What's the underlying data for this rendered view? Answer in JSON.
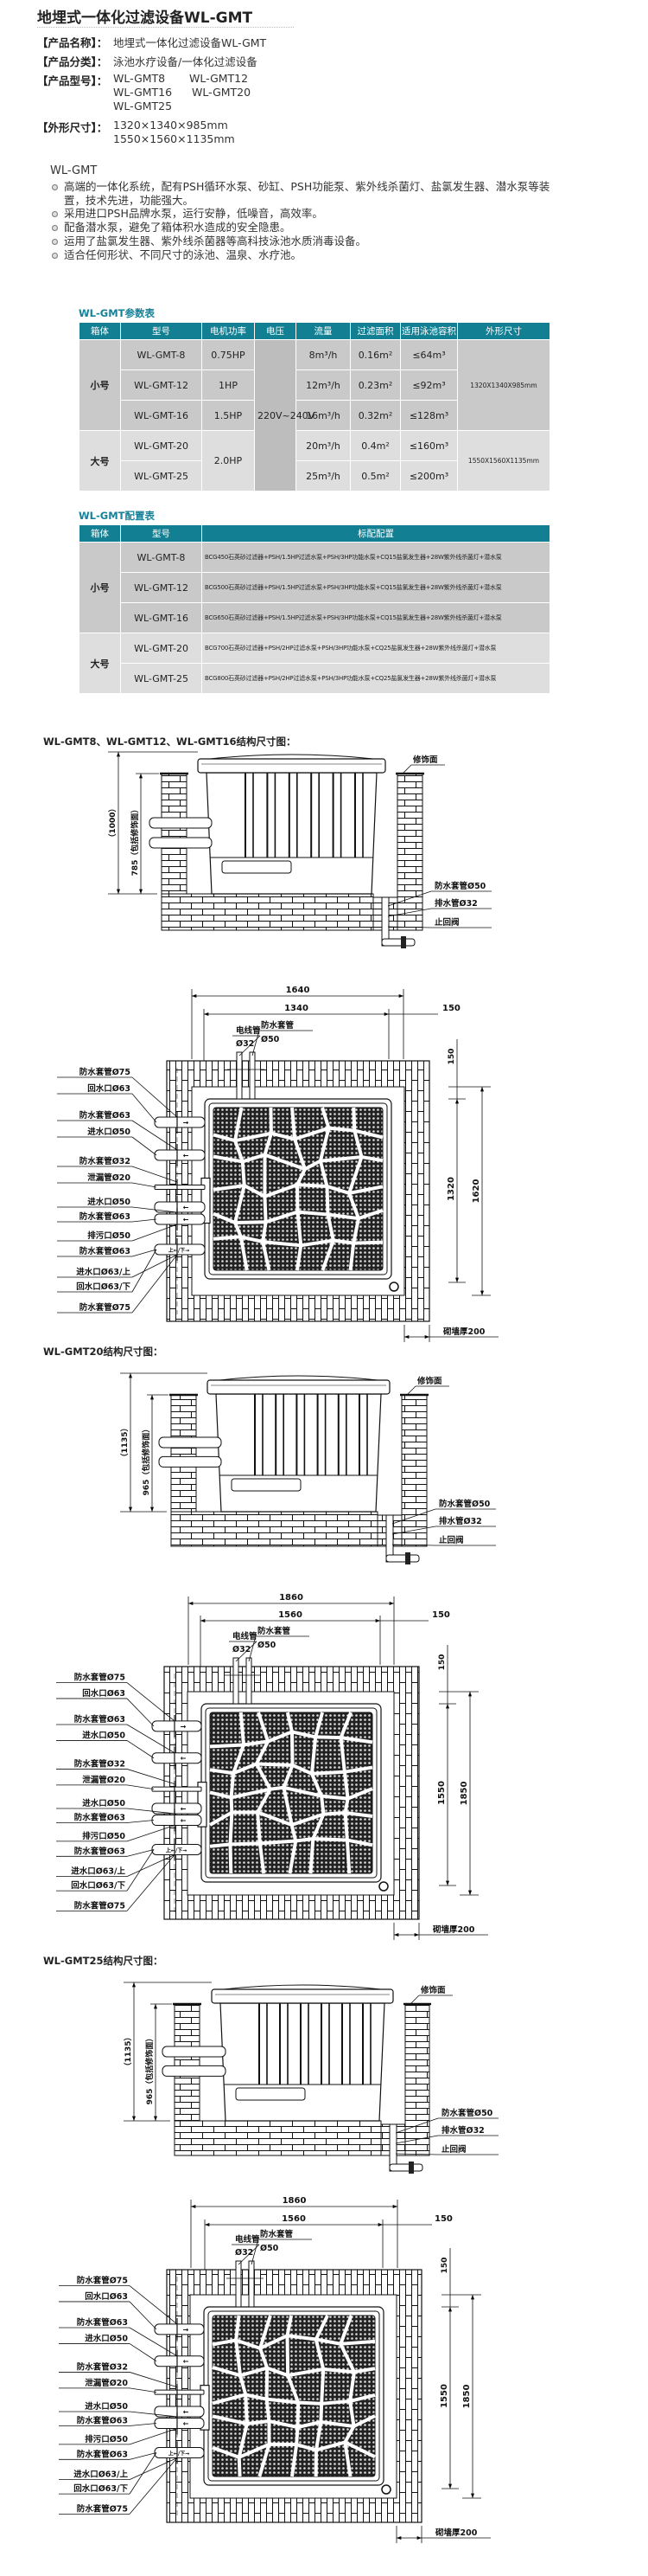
{
  "page": {
    "title": "地埋式一体化过滤设备WL-GMT"
  },
  "info": {
    "name_label": "【产品名称】：",
    "name": "地埋式一体化过滤设备WL-GMT",
    "category_label": "【产品分类】：",
    "category": "泳池水疗设备/一体化过滤设备",
    "models_label": "【产品型号】：",
    "models": [
      "WL-GMT8",
      "WL-GMT12",
      "WL-GMT16",
      "WL-GMT20",
      "WL-GMT25"
    ],
    "size_label": "【外形尺寸】：",
    "sizes": [
      "1320×1340×985mm",
      "1550×1560×1135mm"
    ]
  },
  "description": {
    "heading": "WL-GMT",
    "bullets": [
      "高端的一体化系统，配有PSH循环水泵、砂缸、PSH功能泵、紫外线杀菌灯、盐氯发生器、潜水泵等装置，技术先进，功能强大。",
      "采用进口PSH品牌水泵，运行安静，低噪音，高效率。",
      "配备潜水泵，避免了箱体积水造成的安全隐患。",
      "运用了盐氯发生器、紫外线杀菌器等高科技泳池水质消毒设备。",
      "适合任何形状、不同尺寸的泳池、温泉、水疗池。"
    ]
  },
  "param_table": {
    "title": "WL-GMT参数表",
    "headers": [
      "箱体",
      "型号",
      "电机功率",
      "电压",
      "流量",
      "过滤面积",
      "适用泳池容积",
      "外形尺寸"
    ],
    "groups": [
      "小号",
      "大号"
    ],
    "voltage": "220V~240V",
    "sizes": [
      "1320X1340X985mm",
      "1550X1560X1135mm"
    ],
    "large_power": "2.0HP",
    "rows": [
      {
        "model": "WL-GMT-8",
        "power": "0.75HP",
        "flow": "8m³/h",
        "area": "0.16m²",
        "volume": "≤64m³"
      },
      {
        "model": "WL-GMT-12",
        "power": "1HP",
        "flow": "12m³/h",
        "area": "0.23m²",
        "volume": "≤92m³"
      },
      {
        "model": "WL-GMT-16",
        "power": "1.5HP",
        "flow": "16m³/h",
        "area": "0.32m²",
        "volume": "≤128m³"
      },
      {
        "model": "WL-GMT-20",
        "flow": "20m³/h",
        "area": "0.4m²",
        "volume": "≤160m³"
      },
      {
        "model": "WL-GMT-25",
        "flow": "25m³/h",
        "area": "0.5m²",
        "volume": "≤200m³"
      }
    ]
  },
  "config_table": {
    "title": "WL-GMT配置表",
    "headers": [
      "箱体",
      "型号",
      "标配配置"
    ],
    "groups": [
      "小号",
      "大号"
    ],
    "rows": [
      {
        "model": "WL-GMT-8",
        "config": "BCG450石英砂过滤器+PSH/1.5HP过滤水泵+PSH/3HP功能水泵+CQ15盐氯发生器+28W紫外线杀菌灯+潜水泵"
      },
      {
        "model": "WL-GMT-12",
        "config": "BCG500石英砂过滤器+PSH/1.5HP过滤水泵+PSH/3HP功能水泵+CQ15盐氯发生器+28W紫外线杀菌灯+潜水泵"
      },
      {
        "model": "WL-GMT-16",
        "config": "BCG650石英砂过滤器+PSH/1.5HP过滤水泵+PSH/3HP功能水泵+CQ15盐氯发生器+28W紫外线杀菌灯+潜水泵"
      },
      {
        "model": "WL-GMT-20",
        "config": "BCG700石英砂过滤器+PSH/2HP过滤水泵+PSH/3HP功能水泵+CQ25盐氯发生器+28W紫外线杀菌灯+潜水泵"
      },
      {
        "model": "WL-GMT-25",
        "config": "BCG800石英砂过滤器+PSH/2HP过滤水泵+PSH/3HP功能水泵+CQ25盐氯发生器+28W紫外线杀菌灯+潜水泵"
      }
    ]
  },
  "drawings": [
    {
      "title": "WL-GMT8、WL-GMT12、WL-GMT16结构尺寸图：",
      "side": {
        "total": "（1000）",
        "visible": "785（包括修饰面）",
        "finish": "修饰面",
        "sleeve": "防水套管Ø50",
        "drain": "排水管Ø32",
        "valve": "止回阀"
      },
      "top": {
        "outer_w": "1640",
        "inner_w": "1340",
        "wall_w": "150",
        "wall_h": "150",
        "inner_d": "1320",
        "outer_d": "1620",
        "conduit": "电线管",
        "conduit_d": "Ø32",
        "sleeve": "防水套管",
        "sleeve_d": "Ø50",
        "thickness": "砌墙厚200",
        "pipes": [
          "防水套管Ø75",
          "回水口Ø63",
          "防水套管Ø63",
          "进水口Ø50",
          "防水套管Ø32",
          "泄漏管Ø20",
          "进水口Ø50",
          "防水套管Ø63",
          "排污口Ø50",
          "防水套管Ø63",
          "进水口Ø63/上",
          "回水口Ø63/下",
          "防水套管Ø75"
        ],
        "pipe_arrows": [
          "→",
          "←",
          "",
          "←",
          "←",
          "上←/下→"
        ]
      }
    },
    {
      "title": "WL-GMT20结构尺寸图：",
      "side": {
        "total": "（1135）",
        "visible": "965（包括修饰面）",
        "finish": "修饰面",
        "sleeve": "防水套管Ø50",
        "drain": "排水管Ø32",
        "valve": "止回阀"
      },
      "top": {
        "outer_w": "1860",
        "inner_w": "1560",
        "wall_w": "150",
        "wall_h": "150",
        "inner_d": "1550",
        "outer_d": "1850",
        "conduit": "电线管",
        "conduit_d": "Ø32",
        "sleeve": "防水套管",
        "sleeve_d": "Ø50",
        "thickness": "砌墙厚200",
        "pipes": [
          "防水套管Ø75",
          "回水口Ø63",
          "防水套管Ø63",
          "进水口Ø50",
          "防水套管Ø32",
          "泄漏管Ø20",
          "进水口Ø50",
          "防水套管Ø63",
          "排污口Ø50",
          "防水套管Ø63",
          "进水口Ø63/上",
          "回水口Ø63/下",
          "防水套管Ø75"
        ],
        "pipe_arrows": [
          "→",
          "←",
          "",
          "←",
          "←",
          "上←/下→"
        ]
      }
    },
    {
      "title": "WL-GMT25结构尺寸图：",
      "side": {
        "total": "（1135）",
        "visible": "965（包括修饰面）",
        "finish": "修饰面",
        "sleeve": "防水套管Ø50",
        "drain": "排水管Ø32",
        "valve": "止回阀"
      },
      "top": {
        "outer_w": "1860",
        "inner_w": "1560",
        "wall_w": "150",
        "wall_h": "150",
        "inner_d": "1550",
        "outer_d": "1850",
        "conduit": "电线管",
        "conduit_d": "Ø32",
        "sleeve": "防水套管",
        "sleeve_d": "Ø50",
        "thickness": "砌墙厚200",
        "pipes": [
          "防水套管Ø75",
          "回水口Ø63",
          "防水套管Ø63",
          "进水口Ø50",
          "防水套管Ø32",
          "泄漏管Ø20",
          "进水口Ø50",
          "防水套管Ø63",
          "排污口Ø50",
          "防水套管Ø63",
          "进水口Ø63/上",
          "回水口Ø63/下",
          "防水套管Ø75"
        ],
        "pipe_arrows": [
          "→",
          "←",
          "",
          "←",
          "←",
          "上←/下→"
        ]
      }
    }
  ]
}
